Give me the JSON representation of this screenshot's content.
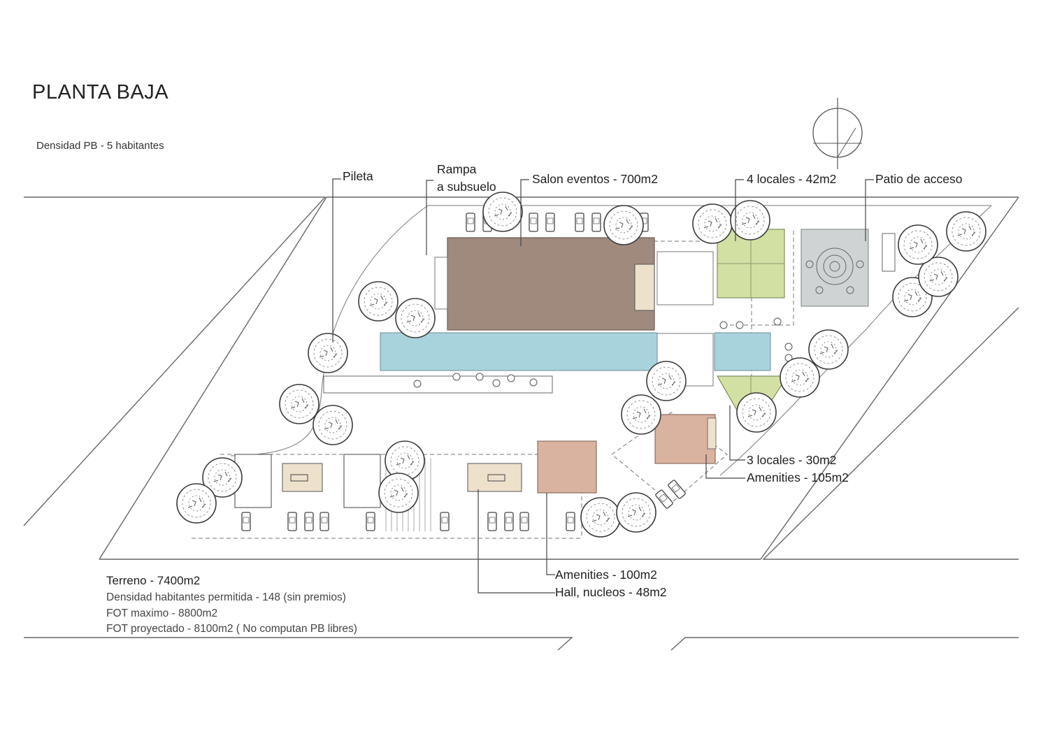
{
  "title": "PLANTA BAJA",
  "subtitle": "Densidad PB - 5 habitantes",
  "labels": {
    "pileta": "Pileta",
    "rampa_1": "Rampa",
    "rampa_2": "a subsuelo",
    "salon": "Salon eventos - 700m2",
    "locales4": "4 locales - 42m2",
    "patio": "Patio de acceso",
    "locales3": "3 locales - 30m2",
    "amenities105": "Amenities - 105m2",
    "amenities100": "Amenities - 100m2",
    "hall": "Hall, nucleos - 48m2"
  },
  "stats": {
    "terreno": "Terreno - 7400m2",
    "densidad": "Densidad habitantes permitida - 148 (sin premios)",
    "fot_max": "FOT maximo - 8800m2",
    "fot_proy": "FOT proyectado - 8100m2 ( No computan PB libres)"
  },
  "colors": {
    "salon": "#a08a7e",
    "pool": "#a9d3dc",
    "locales": "#d2e0a4",
    "patio": "#cfd3d4",
    "amenities": "#d9b3a0",
    "hall": "#ede1cc",
    "line": "#555555"
  }
}
